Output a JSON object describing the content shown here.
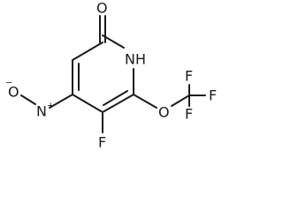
{
  "structure": {
    "atoms": {
      "carbonyl_oxygen": "O",
      "ring_nitrogen": "NH",
      "nitro_nitrogen": "N",
      "nitro_oxygen": "O",
      "nitro_n_charge": "+",
      "nitro_o_charge": "−",
      "fluoro": "F",
      "ether_oxygen": "O",
      "cf3_f_top": "F",
      "cf3_f_right": "F",
      "cf3_f_bottom": "F"
    }
  }
}
